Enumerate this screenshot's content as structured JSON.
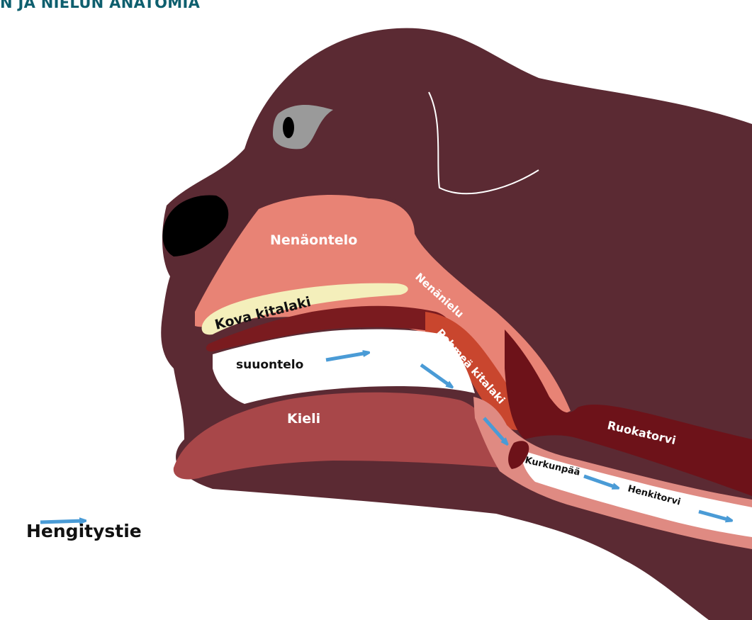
{
  "title": "N JA NIELUN ANATOMIA",
  "colors": {
    "head": "#5b2a33",
    "nasal": "#e88375",
    "hard_palate": "#f4efbb",
    "palate_band": "#7a1b1f",
    "soft_palate": "#c9462e",
    "tongue": "#a84749",
    "esophagus": "#6d1219",
    "larynx": "#df8a82",
    "eye": "#9a9a9a",
    "nose": "#000000",
    "arrow": "#4a9bd6",
    "title": "#0e5f6e"
  },
  "labels": {
    "nasal_cavity": "Nenäontelo",
    "hard_palate": "Kova kitalaki",
    "nasopharynx": "Nenänielu",
    "soft_palate": "Pehmeä kitalaki",
    "oral_cavity": "suuontelo",
    "tongue": "Kieli",
    "esophagus": "Ruokatorvi",
    "larynx": "Kurkunpää",
    "trachea": "Henkitorvi"
  },
  "legend": {
    "label": "Hengitystie",
    "icon": "arrow-right-icon"
  }
}
